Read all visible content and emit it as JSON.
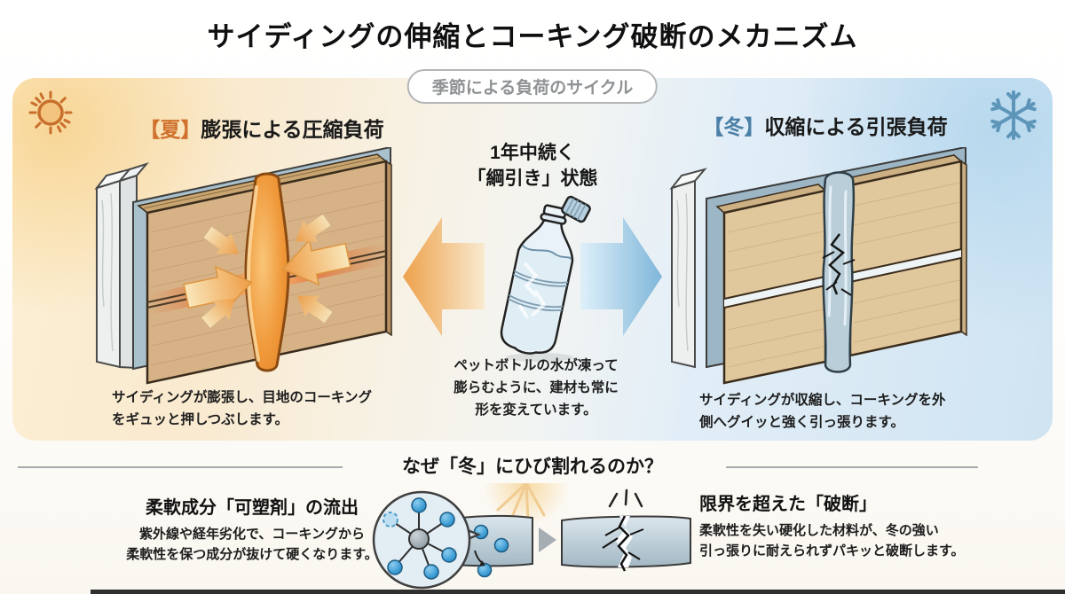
{
  "title": "サイディングの伸縮とコーキング破断のメカニズム",
  "badge": "季節による負荷のサイクル",
  "summer": {
    "tag": "【夏】",
    "heading": "膨張による圧縮負荷",
    "caption": "サイディングが膨張し、目地のコーキング\nをギュッと押しつぶします。"
  },
  "winter": {
    "tag": "【冬】",
    "heading": "収縮による引張負荷",
    "caption": "サイディングが収縮し、コーキングを外\n側へグイッと強く引っ張ります。"
  },
  "center": {
    "heading": "1年中続く\n「綱引き」状態",
    "caption": "ペットボトルの水が凍って\n膨らむように、建材も常に\n形を変えています。"
  },
  "why": {
    "section_title": "なぜ「冬」にひび割れるのか？",
    "left": {
      "heading": "柔軟成分「可塑剤」の流出",
      "body": "紫外線や経年劣化で、コーキングから\n柔軟性を保つ成分が抜けて硬くなります。"
    },
    "right": {
      "heading": "限界を超えた「破断」",
      "body": "柔軟性を失い硬化した材料が、冬の強い\n引っ張りに耐えられずパキッと破断します。"
    }
  },
  "icons": {
    "summer": "sun-icon",
    "winter": "snowflake-icon"
  },
  "colors": {
    "summer_accent": "#d0722e",
    "winter_accent": "#4b80a6",
    "summer_bg": "#f9e9c9",
    "winter_bg": "#cde3f1",
    "caulk_summer": "#ef9233",
    "caulk_winter": "#b9ced9"
  }
}
